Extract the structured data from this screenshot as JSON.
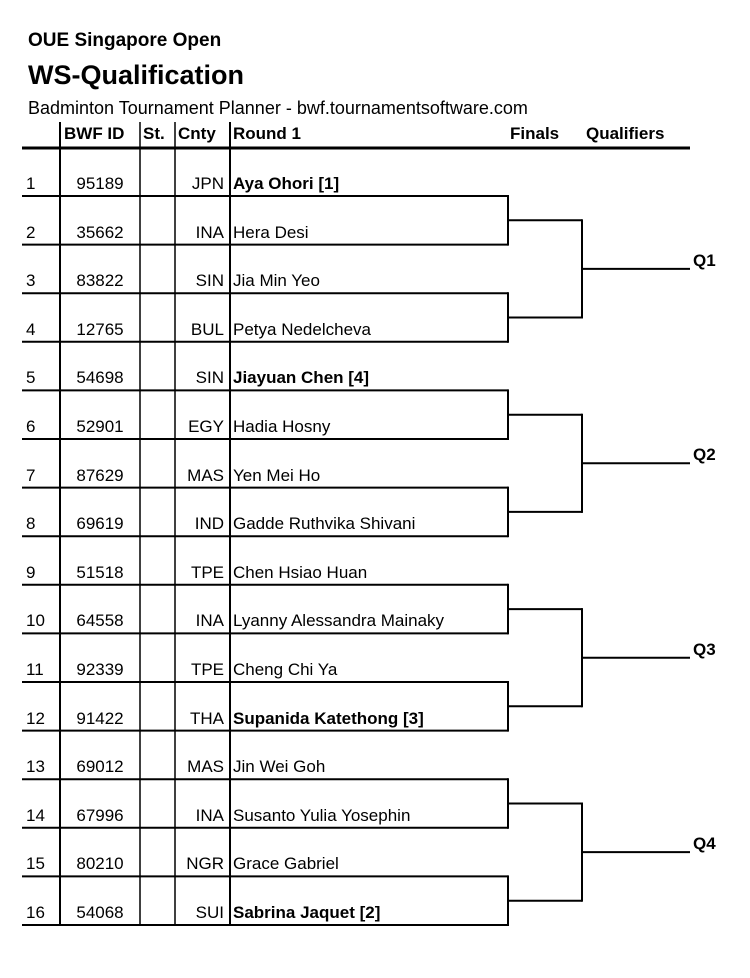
{
  "header": {
    "tournament": "OUE Singapore Open",
    "event": "WS-Qualification",
    "planner": "Badminton Tournament Planner - bwf.tournamentsoftware.com"
  },
  "columns": {
    "bwf_id": "BWF ID",
    "status": "St.",
    "country": "Cnty",
    "round1": "Round 1",
    "finals": "Finals",
    "qualifiers": "Qualifiers"
  },
  "rows": [
    {
      "num": "1",
      "bwf": "95189",
      "cnty": "JPN",
      "name": "Aya Ohori [1]",
      "seeded": true
    },
    {
      "num": "2",
      "bwf": "35662",
      "cnty": "INA",
      "name": "Hera Desi",
      "seeded": false
    },
    {
      "num": "3",
      "bwf": "83822",
      "cnty": "SIN",
      "name": "Jia Min Yeo",
      "seeded": false
    },
    {
      "num": "4",
      "bwf": "12765",
      "cnty": "BUL",
      "name": "Petya Nedelcheva",
      "seeded": false
    },
    {
      "num": "5",
      "bwf": "54698",
      "cnty": "SIN",
      "name": "Jiayuan Chen [4]",
      "seeded": true
    },
    {
      "num": "6",
      "bwf": "52901",
      "cnty": "EGY",
      "name": "Hadia Hosny",
      "seeded": false
    },
    {
      "num": "7",
      "bwf": "87629",
      "cnty": "MAS",
      "name": "Yen Mei Ho",
      "seeded": false
    },
    {
      "num": "8",
      "bwf": "69619",
      "cnty": "IND",
      "name": "Gadde Ruthvika Shivani",
      "seeded": false
    },
    {
      "num": "9",
      "bwf": "51518",
      "cnty": "TPE",
      "name": "Chen Hsiao Huan",
      "seeded": false
    },
    {
      "num": "10",
      "bwf": "64558",
      "cnty": "INA",
      "name": "Lyanny Alessandra Mainaky",
      "seeded": false
    },
    {
      "num": "11",
      "bwf": "92339",
      "cnty": "TPE",
      "name": "Cheng Chi Ya",
      "seeded": false
    },
    {
      "num": "12",
      "bwf": "91422",
      "cnty": "THA",
      "name": "Supanida Katethong [3]",
      "seeded": true
    },
    {
      "num": "13",
      "bwf": "69012",
      "cnty": "MAS",
      "name": "Jin Wei Goh",
      "seeded": false
    },
    {
      "num": "14",
      "bwf": "67996",
      "cnty": "INA",
      "name": "Susanto Yulia Yosephin",
      "seeded": false
    },
    {
      "num": "15",
      "bwf": "80210",
      "cnty": "NGR",
      "name": "Grace Gabriel",
      "seeded": false
    },
    {
      "num": "16",
      "bwf": "54068",
      "cnty": "SUI",
      "name": "Sabrina Jaquet [2]",
      "seeded": true
    }
  ],
  "qualifiers": [
    "Q1",
    "Q2",
    "Q3",
    "Q4"
  ]
}
